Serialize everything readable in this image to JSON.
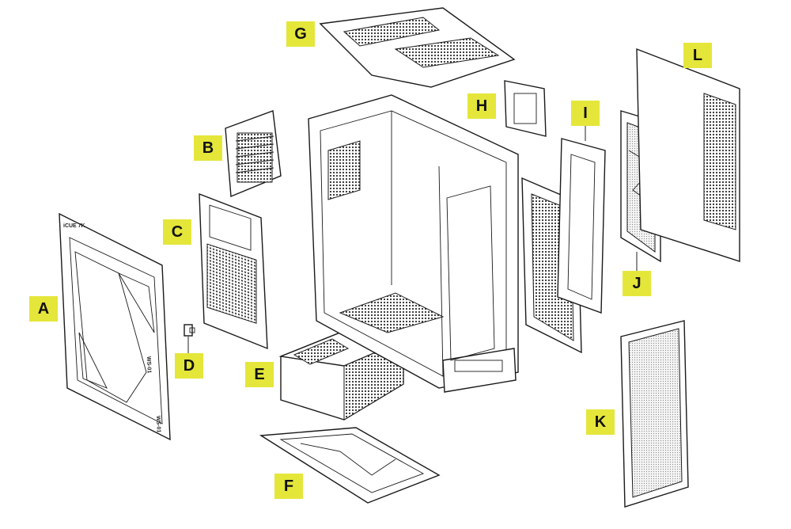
{
  "diagram": {
    "labels": [
      "A",
      "B",
      "C",
      "D",
      "E",
      "F",
      "G",
      "H",
      "I",
      "J",
      "K",
      "L"
    ],
    "highlight_color": "#e5e63a",
    "line_color": "#1a1a1a",
    "panel_markings": {
      "a_top": "iCUE 7K",
      "a_side": "WS-01",
      "a_bottom": "WS-01"
    }
  }
}
